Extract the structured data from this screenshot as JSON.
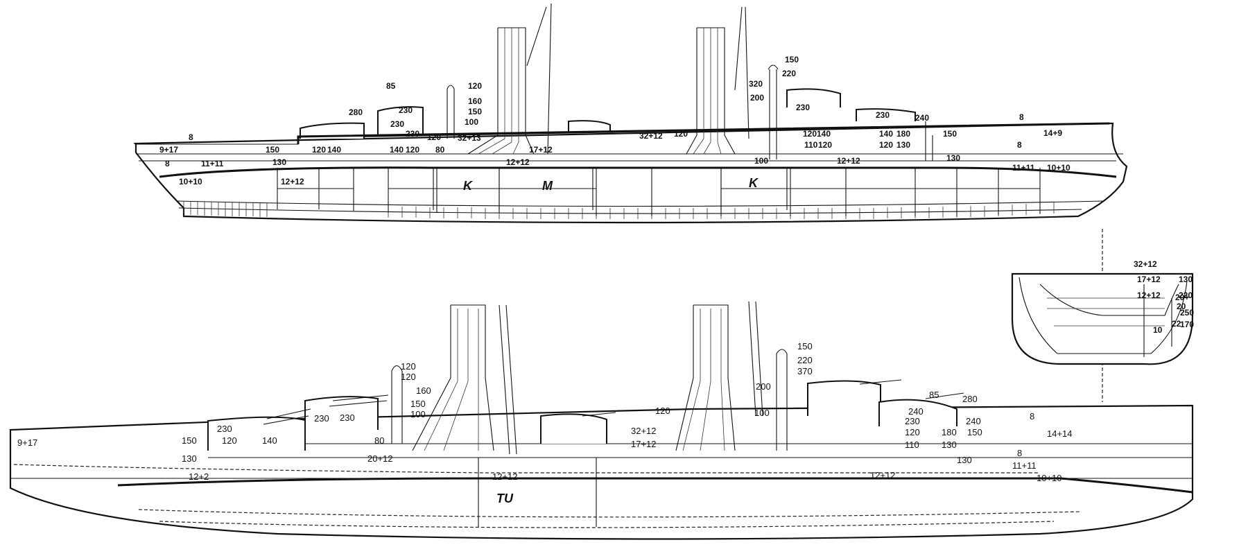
{
  "diagram": {
    "top_profile": {
      "compartments": [
        "K",
        "M",
        "K"
      ],
      "labels": [
        {
          "id": "t1",
          "text": "150"
        },
        {
          "id": "t2",
          "text": "220"
        },
        {
          "id": "t3",
          "text": "120"
        },
        {
          "id": "t4",
          "text": "160"
        },
        {
          "id": "t5",
          "text": "150"
        },
        {
          "id": "t6",
          "text": "100"
        },
        {
          "id": "t7",
          "text": "85"
        },
        {
          "id": "t8",
          "text": "280"
        },
        {
          "id": "t9",
          "text": "230"
        },
        {
          "id": "t10",
          "text": "230"
        },
        {
          "id": "t11",
          "text": "230"
        },
        {
          "id": "t12",
          "text": "120"
        },
        {
          "id": "t13",
          "text": "32+13"
        },
        {
          "id": "t14",
          "text": "8"
        },
        {
          "id": "t15",
          "text": "9+17"
        },
        {
          "id": "t16",
          "text": "150"
        },
        {
          "id": "t17",
          "text": "120"
        },
        {
          "id": "t18",
          "text": "140"
        },
        {
          "id": "t19",
          "text": "140"
        },
        {
          "id": "t20",
          "text": "120"
        },
        {
          "id": "t21",
          "text": "80"
        },
        {
          "id": "t22",
          "text": "8"
        },
        {
          "id": "t23",
          "text": "11+11"
        },
        {
          "id": "t24",
          "text": "130"
        },
        {
          "id": "t25",
          "text": "10+10"
        },
        {
          "id": "t26",
          "text": "12+12"
        },
        {
          "id": "t27",
          "text": "17+12"
        },
        {
          "id": "t28",
          "text": "12+12"
        },
        {
          "id": "t29",
          "text": "32+12"
        },
        {
          "id": "t30",
          "text": "120"
        },
        {
          "id": "t31",
          "text": "320"
        },
        {
          "id": "t32",
          "text": "200"
        },
        {
          "id": "t33",
          "text": "100"
        },
        {
          "id": "t34",
          "text": "230"
        },
        {
          "id": "t35",
          "text": "120"
        },
        {
          "id": "t36",
          "text": "140"
        },
        {
          "id": "t37",
          "text": "110"
        },
        {
          "id": "t38",
          "text": "120"
        },
        {
          "id": "t39",
          "text": "12+12"
        },
        {
          "id": "t40",
          "text": "230"
        },
        {
          "id": "t41",
          "text": "240"
        },
        {
          "id": "t42",
          "text": "140"
        },
        {
          "id": "t43",
          "text": "180"
        },
        {
          "id": "t44",
          "text": "120"
        },
        {
          "id": "t45",
          "text": "130"
        },
        {
          "id": "t46",
          "text": "150"
        },
        {
          "id": "t47",
          "text": "130"
        },
        {
          "id": "t48",
          "text": "8"
        },
        {
          "id": "t49",
          "text": "14+9"
        },
        {
          "id": "t50",
          "text": "8"
        },
        {
          "id": "t51",
          "text": "11+11"
        },
        {
          "id": "t52",
          "text": "10+10"
        }
      ]
    },
    "bottom_profile": {
      "compartments": [
        "TU"
      ],
      "labels": [
        {
          "id": "b1",
          "text": "230"
        },
        {
          "id": "b2",
          "text": "230"
        },
        {
          "id": "b3",
          "text": "120"
        },
        {
          "id": "b4",
          "text": "120"
        },
        {
          "id": "b5",
          "text": "160"
        },
        {
          "id": "b6",
          "text": "150"
        },
        {
          "id": "b7",
          "text": "100"
        },
        {
          "id": "b8",
          "text": "230"
        },
        {
          "id": "b9",
          "text": "150"
        },
        {
          "id": "b10",
          "text": "120"
        },
        {
          "id": "b11",
          "text": "140"
        },
        {
          "id": "b12",
          "text": "80"
        },
        {
          "id": "b13",
          "text": "130"
        },
        {
          "id": "b14",
          "text": "20+12"
        },
        {
          "id": "b15",
          "text": "12+2"
        },
        {
          "id": "b16",
          "text": "12+12"
        },
        {
          "id": "b17",
          "text": "120"
        },
        {
          "id": "b18",
          "text": "32+12"
        },
        {
          "id": "b19",
          "text": "17+12"
        },
        {
          "id": "b20",
          "text": "150"
        },
        {
          "id": "b21",
          "text": "220"
        },
        {
          "id": "b22",
          "text": "370"
        },
        {
          "id": "b23",
          "text": "200"
        },
        {
          "id": "b24",
          "text": "100"
        },
        {
          "id": "b25",
          "text": "12+12"
        },
        {
          "id": "b26",
          "text": "85"
        },
        {
          "id": "b27",
          "text": "280"
        },
        {
          "id": "b28",
          "text": "240"
        },
        {
          "id": "b29",
          "text": "230"
        },
        {
          "id": "b30",
          "text": "120"
        },
        {
          "id": "b31",
          "text": "110"
        },
        {
          "id": "b32",
          "text": "180"
        },
        {
          "id": "b33",
          "text": "130"
        },
        {
          "id": "b34",
          "text": "240"
        },
        {
          "id": "b35",
          "text": "150"
        },
        {
          "id": "b36",
          "text": "130"
        },
        {
          "id": "b37",
          "text": "8"
        },
        {
          "id": "b38",
          "text": "14+14"
        },
        {
          "id": "b39",
          "text": "8"
        },
        {
          "id": "b40",
          "text": "11+11"
        },
        {
          "id": "b41",
          "text": "10+10"
        },
        {
          "id": "b42",
          "text": "9+17"
        }
      ]
    },
    "cross_section": {
      "labels": [
        {
          "id": "c1",
          "text": "32+12"
        },
        {
          "id": "c2",
          "text": "17+12"
        },
        {
          "id": "c3",
          "text": "130"
        },
        {
          "id": "c4",
          "text": "12+12"
        },
        {
          "id": "c5",
          "text": "220"
        },
        {
          "id": "c6",
          "text": "20+"
        },
        {
          "id": "c7",
          "text": "20"
        },
        {
          "id": "c8",
          "text": "250"
        },
        {
          "id": "c9",
          "text": "10"
        },
        {
          "id": "c10",
          "text": "22"
        },
        {
          "id": "c11",
          "text": "170"
        }
      ]
    },
    "colors": {
      "ink": "#111111",
      "paper": "#ffffff"
    }
  }
}
